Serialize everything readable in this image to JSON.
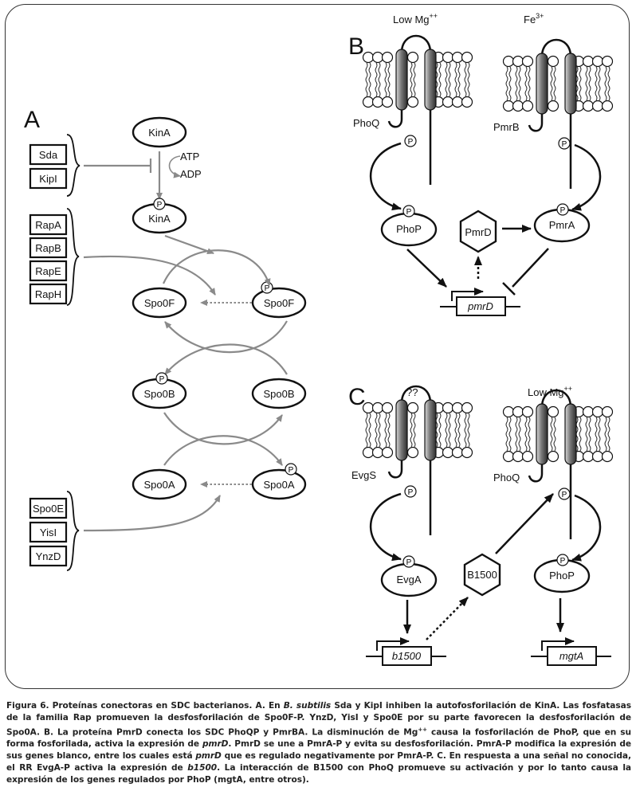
{
  "panels": {
    "A": {
      "label": "A",
      "inhibitors": [
        "Sda",
        "KipI"
      ],
      "rap_phosphatases": [
        "RapA",
        "RapB",
        "RapE",
        "RapH"
      ],
      "spo0a_phosphatases": [
        "Spo0E",
        "YisI",
        "YnzD"
      ],
      "atp": "ATP",
      "adp": "ADP",
      "kina": "KinA",
      "kina_p": "KinA",
      "spo0f": "Spo0F",
      "spo0f_p": "Spo0F",
      "spo0b_p": "Spo0B",
      "spo0b": "Spo0B",
      "spo0a": "Spo0A",
      "spo0a_p": "Spo0A"
    },
    "B": {
      "label": "B",
      "signal_left": "Low Mg",
      "signal_left_sup": "++",
      "signal_right": "Fe",
      "signal_right_sup": "3+",
      "sensor_left": "PhoQ",
      "sensor_right": "PmrB",
      "regulator_left": "PhoP",
      "regulator_right": "PmrA",
      "connector": "PmrD",
      "gene": "pmrD"
    },
    "C": {
      "label": "C",
      "signal_left": "??",
      "signal_right": "Low Mg",
      "signal_right_sup": "++",
      "sensor_left": "EvgS",
      "sensor_right": "PhoQ",
      "regulator_left": "EvgA",
      "regulator_right": "PhoP",
      "connector": "B1500",
      "gene_left": "b1500",
      "gene_right": "mgtA"
    },
    "phospho_symbol": "P"
  },
  "colors": {
    "black": "#111111",
    "gray_arrow": "#8a8a8a",
    "helix_dark": "#3a3a3a",
    "helix_light": "#d0d0d0"
  },
  "caption": {
    "segments": [
      {
        "t": "Figura 6. Proteínas conectoras en SDC bacterianos. A. En "
      },
      {
        "t": "B. subtilis",
        "i": true
      },
      {
        "t": " Sda y KipI inhiben la autofosforilación de KinA. Las fosfatasas de la familia Rap promueven la desfosforilación de Spo0F-P. YnzD, YisI y Spo0E por su parte favorecen la desfosforilación de Spo0A. B. La proteína PmrD conecta los SDC PhoQP y PmrBA. La disminución de Mg"
      },
      {
        "t": "++",
        "sup": true
      },
      {
        "t": " causa la fosforilación de PhoP, que en su forma fosforilada, activa la expresión de "
      },
      {
        "t": "pmrD",
        "i": true
      },
      {
        "t": ". PmrD se une a PmrA-P y evita su desfosforilación. PmrA-P modifica la expresión de sus genes blanco, entre los cuales está "
      },
      {
        "t": "pmrD",
        "i": true
      },
      {
        "t": " que es regulado negativamente por PmrA-P. C. En respuesta a una señal no conocida, el RR EvgA-P activa la expresión de "
      },
      {
        "t": "b1500",
        "i": true
      },
      {
        "t": ". La interacción de B1500 con PhoQ promueve su activación y por lo tanto causa la expresión de los genes regulados por PhoP (mgtA, entre otros)."
      }
    ]
  }
}
